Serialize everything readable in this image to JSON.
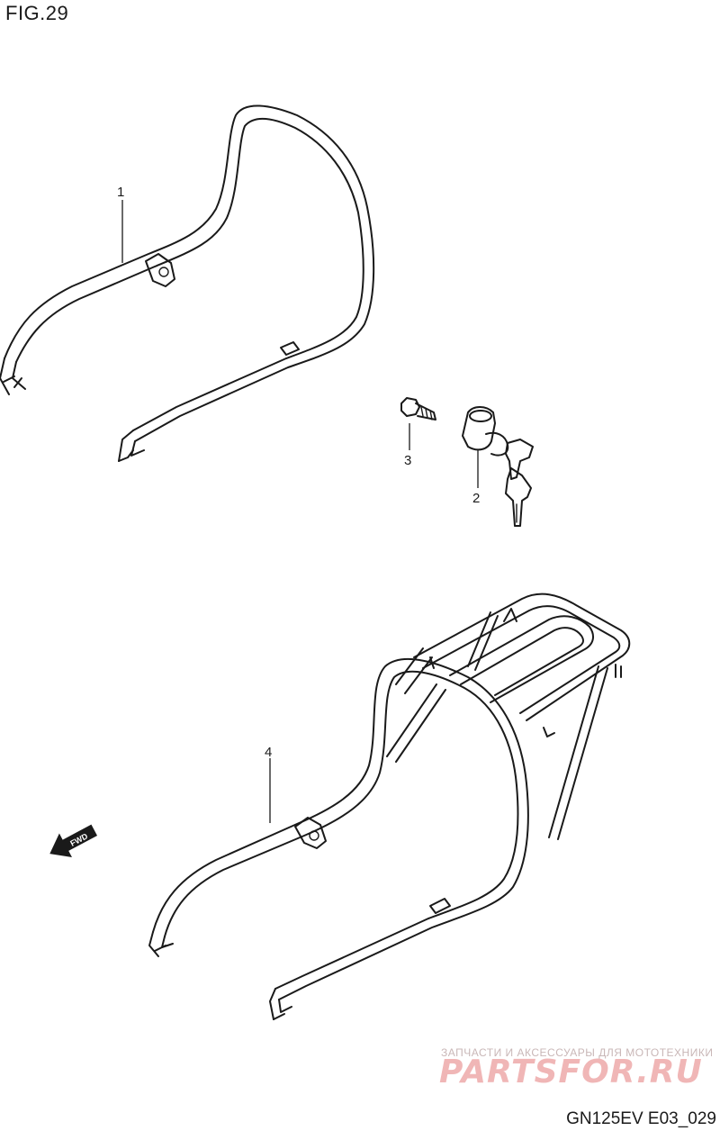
{
  "figure": {
    "title": "FIG.29",
    "code": "GN125EV E03_029"
  },
  "callouts": [
    "1",
    "2",
    "3",
    "4"
  ],
  "fwd_arrow_label": "FWD",
  "watermark": {
    "tagline": "ЗАПЧАСТИ И АКСЕССУАРЫ ДЛЯ МОТОТЕХНИКИ",
    "logo": "PARTSFOR.RU"
  }
}
